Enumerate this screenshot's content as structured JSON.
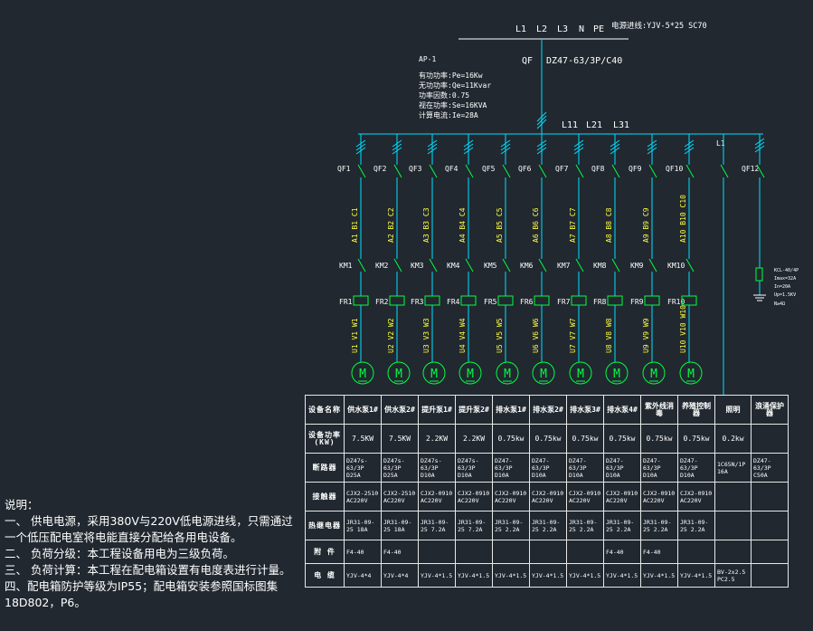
{
  "header": {
    "phases": [
      "L1",
      "L2",
      "L3",
      "N",
      "PE"
    ],
    "incoming_cable": "电源进线:YJV-5*25 SC70",
    "box_id": "AP-1",
    "main_breaker_id": "QF",
    "main_breaker_model": "DZ47-63/3P/C40",
    "load_params": [
      "有功功率:Pe=16Kw",
      "无功功率:Qe=11Kvar",
      "功率因数:0.75",
      "视在功率:Se=16KVA",
      "计算电流:Ie=28A"
    ],
    "bus_labels": [
      "L11",
      "L21",
      "L31"
    ]
  },
  "colors": {
    "background": "#212830",
    "line": "#00e0ff",
    "switch": "#00ff40",
    "text": "#ffffff",
    "label": "#ffff40"
  },
  "feeders": [
    {
      "breaker": "QF1",
      "bus_phases": "A1 B1 C1",
      "contactor": "KM1",
      "relay": "FR1",
      "outputs": "U1 V1 W1",
      "motor_symbol": "M"
    },
    {
      "breaker": "QF2",
      "bus_phases": "A2 B2 C2",
      "contactor": "KM2",
      "relay": "FR2",
      "outputs": "U2 V2 W2",
      "motor_symbol": "M"
    },
    {
      "breaker": "QF3",
      "bus_phases": "A3 B3 C3",
      "contactor": "KM3",
      "relay": "FR3",
      "outputs": "U3 V3 W3",
      "motor_symbol": "M"
    },
    {
      "breaker": "QF4",
      "bus_phases": "A4 B4 C4",
      "contactor": "KM4",
      "relay": "FR4",
      "outputs": "U4 V4 W4",
      "motor_symbol": "M"
    },
    {
      "breaker": "QF5",
      "bus_phases": "A5 B5 C5",
      "contactor": "KM5",
      "relay": "FR5",
      "outputs": "U5 V5 W5",
      "motor_symbol": "M"
    },
    {
      "breaker": "QF6",
      "bus_phases": "A6 B6 C6",
      "contactor": "KM6",
      "relay": "FR6",
      "outputs": "U6 V6 W6",
      "motor_symbol": "M"
    },
    {
      "breaker": "QF7",
      "bus_phases": "A7 B7 C7",
      "contactor": "KM7",
      "relay": "FR7",
      "outputs": "U7 V7 W7",
      "motor_symbol": "M"
    },
    {
      "breaker": "QF8",
      "bus_phases": "A8 B8 C8",
      "contactor": "KM8",
      "relay": "FR8",
      "outputs": "U8 V8 W8",
      "motor_symbol": "M"
    },
    {
      "breaker": "QF9",
      "bus_phases": "A9 B9 C9",
      "contactor": "KM9",
      "relay": "FR9",
      "outputs": "U9 V9 W9",
      "motor_symbol": "M"
    },
    {
      "breaker": "QF10",
      "bus_phases": "A10 B10 C10",
      "contactor": "KM10",
      "relay": "FR10",
      "outputs": "U10 V10 W10",
      "motor_symbol": "M"
    }
  ],
  "lighting": {
    "phase_label": "L1"
  },
  "spd_circuit": {
    "breaker": "QF12",
    "device_text": [
      "KCL-40/4P",
      "Imax=32A",
      "In=20A",
      "Up=1.5KV"
    ],
    "ground_label": "N≥4Ω"
  },
  "table": {
    "rows": [
      {
        "header": "设备名称",
        "cells": [
          "供水泵1#",
          "供水泵2#",
          "提升泵1#",
          "提升泵2#",
          "排水泵1#",
          "排水泵2#",
          "排水泵3#",
          "排水泵4#",
          "紫外线消毒",
          "养殖控制器",
          "照明",
          "浪涌保护器"
        ]
      },
      {
        "header": "设备功率(KW)",
        "cells": [
          "7.5KW",
          "7.5KW",
          "2.2KW",
          "2.2KW",
          "0.75kw",
          "0.75kw",
          "0.75kw",
          "0.75kw",
          "0.75kw",
          "0.75kw",
          "0.2kw",
          ""
        ]
      },
      {
        "header": "断路器",
        "cells": [
          "DZ47s-63/3P D25A",
          "DZ47s-63/3P D25A",
          "DZ47s-63/3P D10A",
          "DZ47s-63/3P D10A",
          "DZ47-63/3P D10A",
          "DZ47-63/3P D10A",
          "DZ47-63/3P D10A",
          "DZ47-63/3P D10A",
          "DZ47-63/3P D10A",
          "DZ47-63/3P D10A",
          "1C65N/1P 16A",
          "DZ47-63/3P C50A"
        ]
      },
      {
        "header": "接触器",
        "cells": [
          "CJX2-2510 AC220V",
          "CJX2-2510 AC220V",
          "CJX2-0910 AC220V",
          "CJX2-0910 AC220V",
          "CJX2-0910 AC220V",
          "CJX2-0910 AC220V",
          "CJX2-0910 AC220V",
          "CJX2-0910 AC220V",
          "CJX2-0910 AC220V",
          "CJX2-0910 AC220V",
          "",
          ""
        ]
      },
      {
        "header": "热继电器",
        "cells": [
          "JR31-09-25 18A",
          "JR31-09-25 18A",
          "JR31-09-25 7.2A",
          "JR31-09-25 7.2A",
          "JR31-09-25 2.2A",
          "JR31-09-25 2.2A",
          "JR31-09-25 2.2A",
          "JR31-09-25 2.2A",
          "JR31-09-25 2.2A",
          "JR31-09-25 2.2A",
          "",
          ""
        ]
      },
      {
        "header": "附 件",
        "cells": [
          "F4-40",
          "F4-40",
          "",
          "",
          "",
          "",
          "",
          "F4-40",
          "F4-40",
          "",
          "",
          ""
        ]
      },
      {
        "header": "电 缆",
        "cells": [
          "YJV-4*4",
          "YJV-4*4",
          "YJV-4*1.5",
          "YJV-4*1.5",
          "YJV-4*1.5",
          "YJV-4*1.5",
          "YJV-4*1.5",
          "YJV-4*1.5",
          "YJV-4*1.5",
          "YJV-4*1.5",
          "BV-2x2.5 PC2.5",
          ""
        ]
      }
    ]
  },
  "notes": [
    "说明：",
    "一、   供电电源，采用380V与220V低电源进线，只需通过一个低压配电室将电能直接分配给各用电设备。",
    "二、   负荷分级：本工程设备用电为三级负荷。",
    "三、   负荷计算：本工程在配电箱设置有电度表进行计量。",
    "四、配电箱防护等级为IP55；配电箱安装参照国标图集18D802，P6。"
  ]
}
